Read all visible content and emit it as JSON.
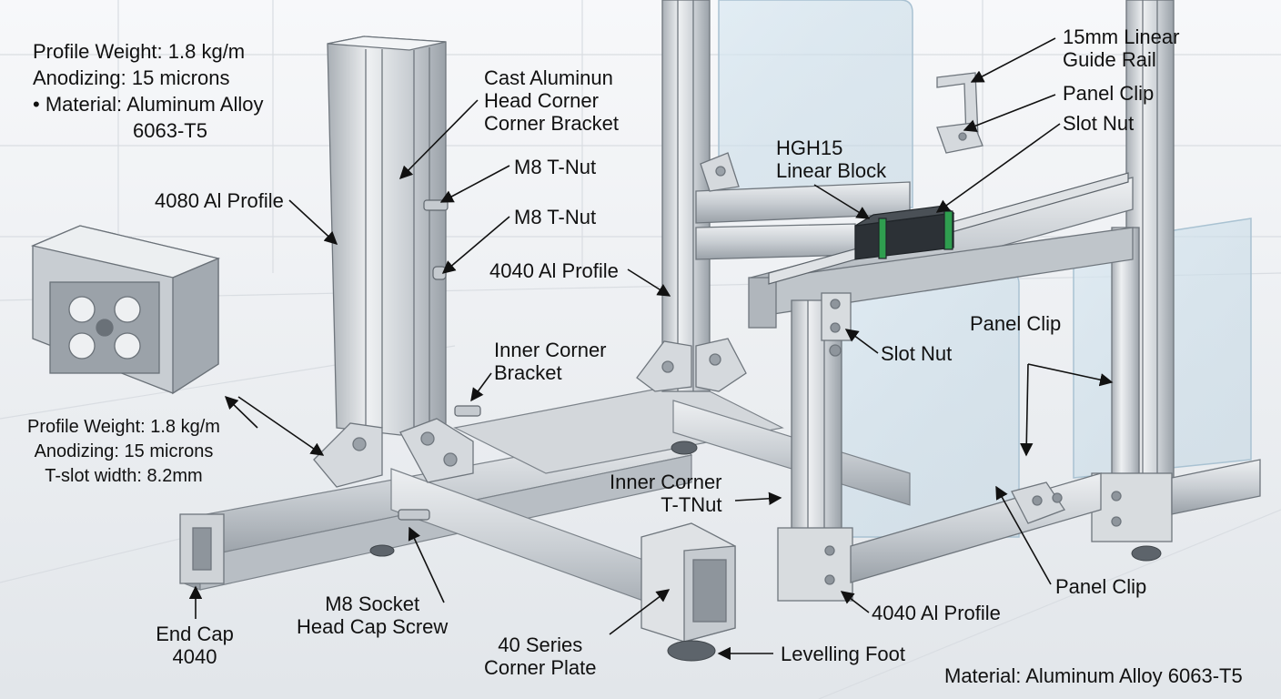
{
  "spec_top": {
    "line1": "Profile Weight: 1.8 kg/m",
    "line2": "Anodizing: 15 microns",
    "line3": "• Material: Aluminum Alloy",
    "line4": "6063-T5"
  },
  "spec_left": {
    "line1": "Profile Weight: 1.8 kg/m",
    "line2": "Anodizing: 15 microns",
    "line3": "T-slot width: 8.2mm"
  },
  "labels": {
    "profile_4080": "4080 Al Profile",
    "cast_bracket_1": "Cast Aluminun",
    "cast_bracket_2": "Head Corner",
    "cast_bracket_3": "Corner Bracket",
    "m8_tnut_a": "M8 T-Nut",
    "m8_tnut_b": "M8 T-Nut",
    "profile_4040_mid": "4040 Al Profile",
    "inner_corner_bracket_1": "Inner Corner",
    "inner_corner_bracket_2": "Bracket",
    "hgh15_1": "HGH15",
    "hgh15_2": "Linear Block",
    "rail_1": "15mm Linear",
    "rail_2": "Guide Rail",
    "panel_clip_top": "Panel Clip",
    "slot_nut_top": "Slot Nut",
    "slot_nut_mid": "Slot Nut",
    "panel_clip_right": "Panel Clip",
    "inner_corner_tnut_1": "Inner Corner",
    "inner_corner_tnut_2": "T-TNut",
    "panel_clip_bottom": "Panel Clip",
    "profile_4040_bottom": "4040 Al Profile",
    "end_cap_1": "End Cap",
    "end_cap_2": "4040",
    "socket_screw_1": "M8 Socket",
    "socket_screw_2": "Head Cap Screw",
    "corner_plate_1": "40 Series",
    "corner_plate_2": "Corner Plate",
    "levelling_foot": "Levelling Foot",
    "material_footer": "Material: Aluminum Alloy 6063-T5"
  },
  "colors": {
    "aluminum_light": "#e4e7ea",
    "aluminum_mid": "#c3c8cd",
    "aluminum_dark": "#8e959c",
    "glass": "#cfe1ec",
    "rail_green": "#2f9e4f",
    "block_dark": "#2c3136",
    "background": "#eef1f4"
  }
}
